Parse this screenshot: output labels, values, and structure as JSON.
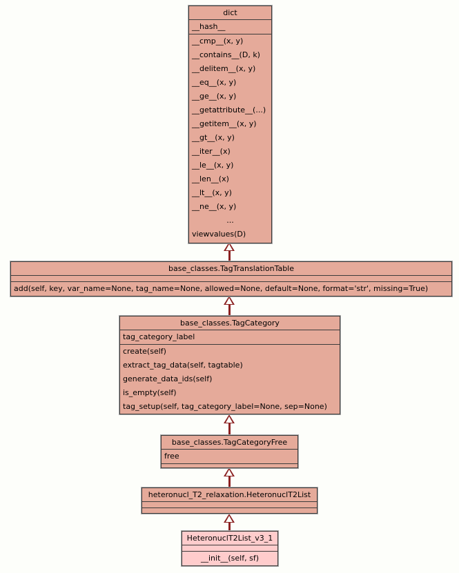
{
  "diagram": {
    "type": "uml-class-diagram",
    "background_color": "#fdfefa",
    "class_fill_color": "#e5aa9a",
    "leaf_fill_color": "#ffcccc",
    "border_color": "#3b3b3b",
    "connector_color": "#8b2121",
    "relationship": "generalization"
  },
  "classes": [
    {
      "id": "dict",
      "title": "dict",
      "attributes": [
        "__hash__"
      ],
      "methods": [
        "__cmp__(x, y)",
        "__contains__(D, k)",
        "__delitem__(x, y)",
        "__eq__(x, y)",
        "__ge__(x, y)",
        "__getattribute__(...)",
        "__getitem__(x, y)",
        "__gt__(x, y)",
        "__iter__(x)",
        "__le__(x, y)",
        "__len__(x)",
        "__lt__(x, y)",
        "__ne__(x, y)",
        "...",
        "viewvalues(D)"
      ]
    },
    {
      "id": "tag-translation-table",
      "title": "base_classes.TagTranslationTable",
      "attributes": [],
      "methods": [
        "add(self, key, var_name=None, tag_name=None, allowed=None, default=None, format='str', missing=True)"
      ]
    },
    {
      "id": "tag-category",
      "title": "base_classes.TagCategory",
      "attributes": [
        "tag_category_label"
      ],
      "methods": [
        "create(self)",
        "extract_tag_data(self, tagtable)",
        "generate_data_ids(self)",
        "is_empty(self)",
        "tag_setup(self, tag_category_label=None, sep=None)"
      ]
    },
    {
      "id": "tag-category-free",
      "title": "base_classes.TagCategoryFree",
      "attributes": [
        "free"
      ],
      "methods": []
    },
    {
      "id": "heteronucl-t2-list",
      "title": "heteronucl_T2_relaxation.HeteronuclT2List",
      "attributes": [],
      "methods": []
    },
    {
      "id": "heteronucl-t2-list-v3-1",
      "title": "HeteronuclT2List_v3_1",
      "attributes": [],
      "methods": [
        "__init__(self, sf)"
      ]
    }
  ],
  "edges": [
    {
      "from": "tag-translation-table",
      "to": "dict"
    },
    {
      "from": "tag-category",
      "to": "tag-translation-table"
    },
    {
      "from": "tag-category-free",
      "to": "tag-category"
    },
    {
      "from": "heteronucl-t2-list",
      "to": "tag-category-free"
    },
    {
      "from": "heteronucl-t2-list-v3-1",
      "to": "heteronucl-t2-list"
    }
  ]
}
